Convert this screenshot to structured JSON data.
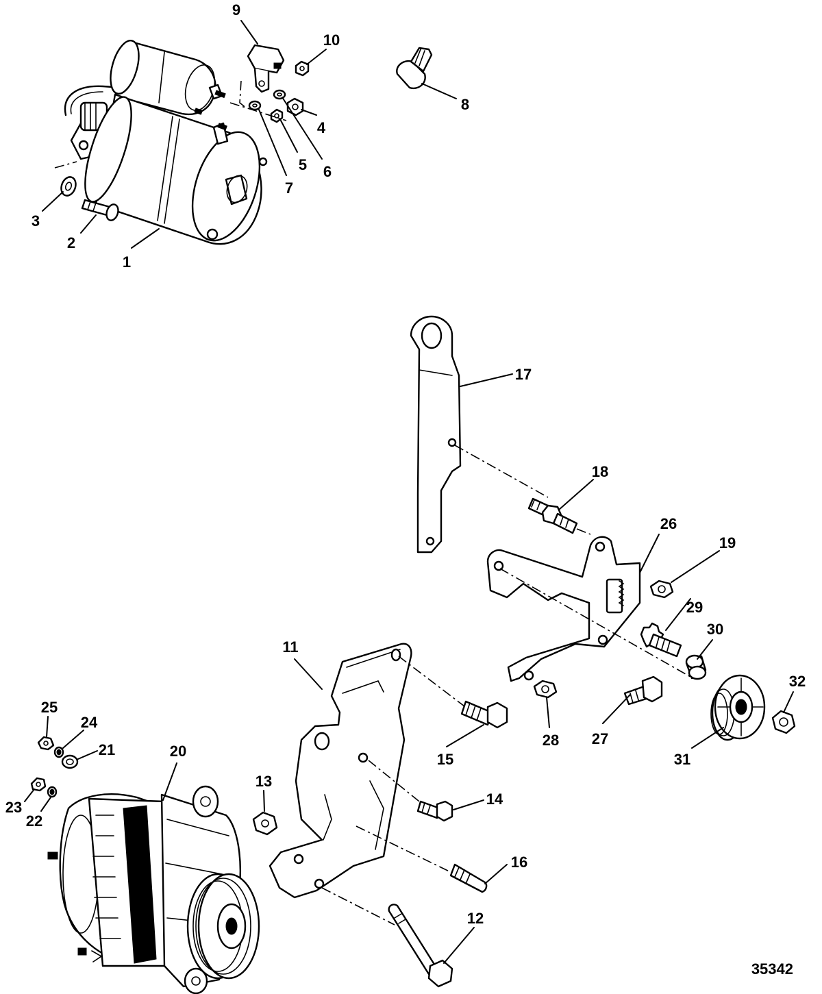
{
  "figure_number": "35342",
  "callouts": [
    {
      "id": "1",
      "label": "1"
    },
    {
      "id": "2",
      "label": "2"
    },
    {
      "id": "3",
      "label": "3"
    },
    {
      "id": "4",
      "label": "4"
    },
    {
      "id": "5",
      "label": "5"
    },
    {
      "id": "6",
      "label": "6"
    },
    {
      "id": "7",
      "label": "7"
    },
    {
      "id": "8",
      "label": "8"
    },
    {
      "id": "9",
      "label": "9"
    },
    {
      "id": "10",
      "label": "10"
    },
    {
      "id": "11",
      "label": "11"
    },
    {
      "id": "12",
      "label": "12"
    },
    {
      "id": "13",
      "label": "13"
    },
    {
      "id": "14",
      "label": "14"
    },
    {
      "id": "15",
      "label": "15"
    },
    {
      "id": "16",
      "label": "16"
    },
    {
      "id": "17",
      "label": "17"
    },
    {
      "id": "18",
      "label": "18"
    },
    {
      "id": "19",
      "label": "19"
    },
    {
      "id": "20",
      "label": "20"
    },
    {
      "id": "21",
      "label": "21"
    },
    {
      "id": "22",
      "label": "22"
    },
    {
      "id": "23",
      "label": "23"
    },
    {
      "id": "24",
      "label": "24"
    },
    {
      "id": "25",
      "label": "25"
    },
    {
      "id": "26",
      "label": "26"
    },
    {
      "id": "27",
      "label": "27"
    },
    {
      "id": "28",
      "label": "28"
    },
    {
      "id": "29",
      "label": "29"
    },
    {
      "id": "30",
      "label": "30"
    },
    {
      "id": "31",
      "label": "31"
    },
    {
      "id": "32",
      "label": "32"
    }
  ]
}
